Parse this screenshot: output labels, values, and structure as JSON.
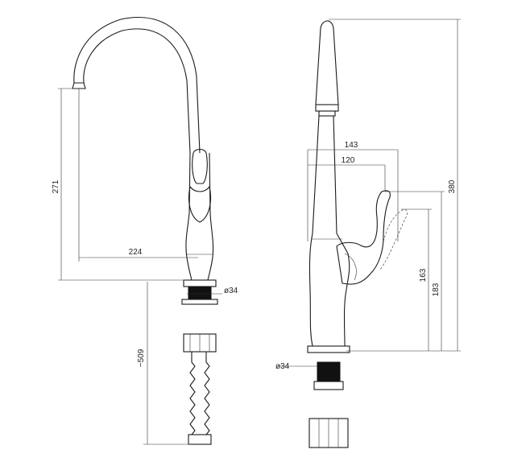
{
  "dimensions": {
    "spout_height": "271",
    "spout_reach": "224",
    "base_diameter_front": "ø34",
    "hose_length": "~509",
    "depth_143": "143",
    "depth_120": "120",
    "total_height": "380",
    "handle_height": "183",
    "lever_height": "163",
    "base_diameter_side": "ø34"
  }
}
